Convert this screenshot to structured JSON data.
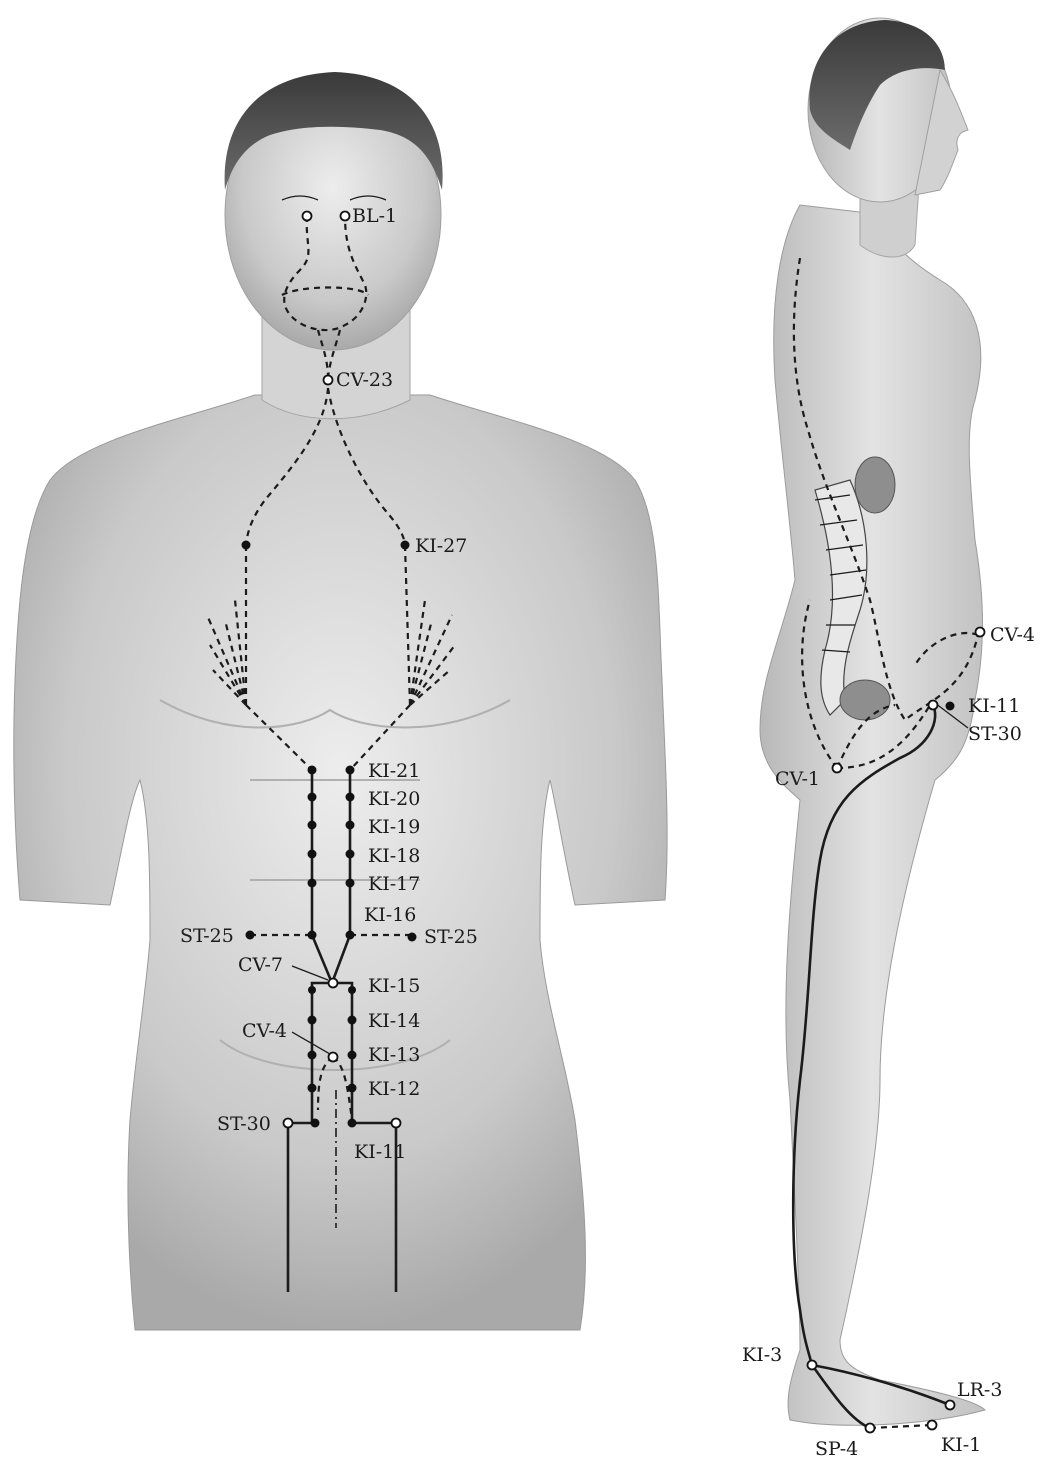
{
  "front_view": {
    "labels": {
      "bl1": "BL-1",
      "cv23": "CV-23",
      "ki27": "KI-27",
      "ki21": "KI-21",
      "ki20": "KI-20",
      "ki19": "KI-19",
      "ki18": "KI-18",
      "ki17": "KI-17",
      "ki16": "KI-16",
      "st25_left": "ST-25",
      "st25_right": "ST-25",
      "cv7": "CV-7",
      "ki15": "KI-15",
      "ki14": "KI-14",
      "cv4": "CV-4",
      "ki13": "KI-13",
      "ki12": "KI-12",
      "st30": "ST-30",
      "ki11": "KI-11"
    }
  },
  "side_view": {
    "labels": {
      "cv4": "CV-4",
      "ki11": "KI-11",
      "st30": "ST-30",
      "cv1": "CV-1",
      "ki3": "KI-3",
      "lr3": "LR-3",
      "sp4": "SP-4",
      "ki1": "KI-1"
    }
  }
}
